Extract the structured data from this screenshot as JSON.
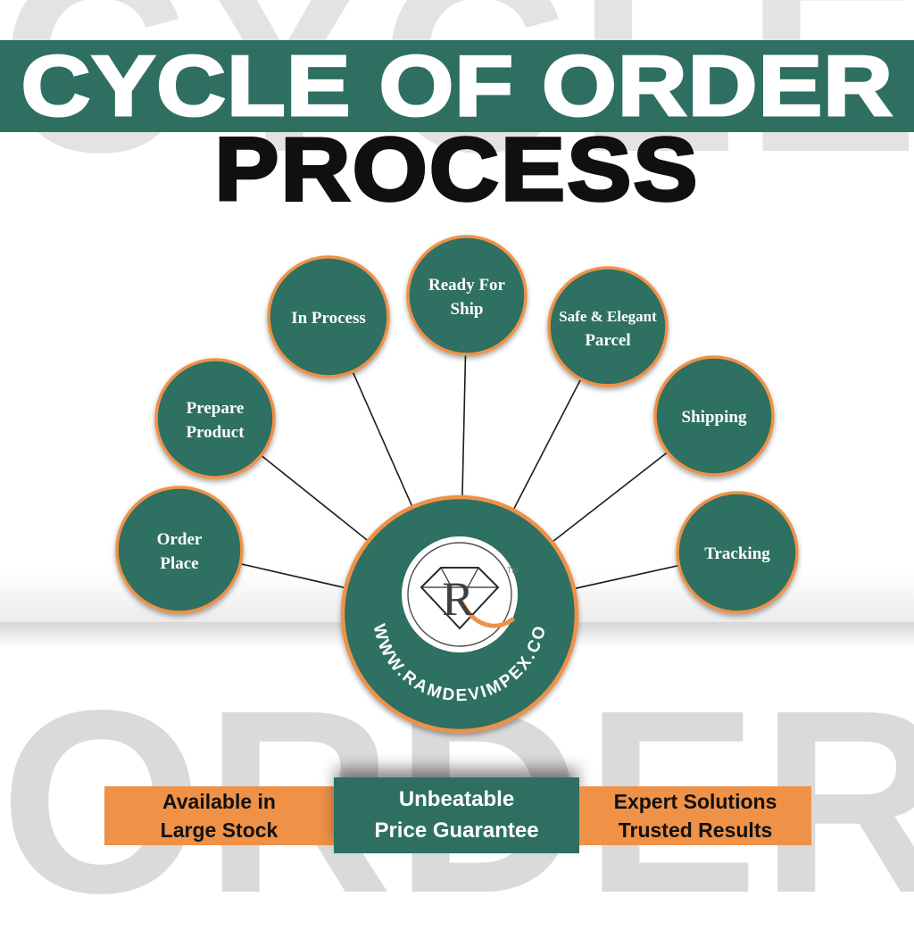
{
  "page": {
    "watermark_top": "CYCLE",
    "watermark_bottom": "ORDER"
  },
  "header": {
    "title_line1": "CYCLE OF ORDER",
    "title_line2": "PROCESS"
  },
  "diagram": {
    "center": {
      "website": "WWW.RAMDEVIMPEX.CO",
      "logo_letter": "R",
      "trademark": "TM"
    },
    "nodes": [
      {
        "label": "Order Place",
        "lines": [
          "Order",
          "Place"
        ]
      },
      {
        "label": "Prepare Product",
        "lines": [
          "Prepare",
          "Product"
        ]
      },
      {
        "label": "In Process",
        "lines": [
          "In Process"
        ]
      },
      {
        "label": "Ready For Ship",
        "lines": [
          "Ready For",
          "Ship"
        ]
      },
      {
        "label": "Safe & Elegant Parcel",
        "lines": [
          "Safe & Elegant",
          "Parcel"
        ]
      },
      {
        "label": "Shipping",
        "lines": [
          "Shipping"
        ]
      },
      {
        "label": "Tracking",
        "lines": [
          "Tracking"
        ]
      }
    ]
  },
  "footer": {
    "left": {
      "lines": [
        "Available in",
        "Large Stock"
      ]
    },
    "center": {
      "lines": [
        "Unbeatable",
        "Price Guarantee"
      ]
    },
    "right": {
      "lines": [
        "Expert Solutions",
        "Trusted Results"
      ]
    }
  },
  "colors": {
    "teal": "#2e6f62",
    "orange": "#ef9147",
    "title_black": "#101010",
    "watermark_gray": "#e3e3e3"
  }
}
